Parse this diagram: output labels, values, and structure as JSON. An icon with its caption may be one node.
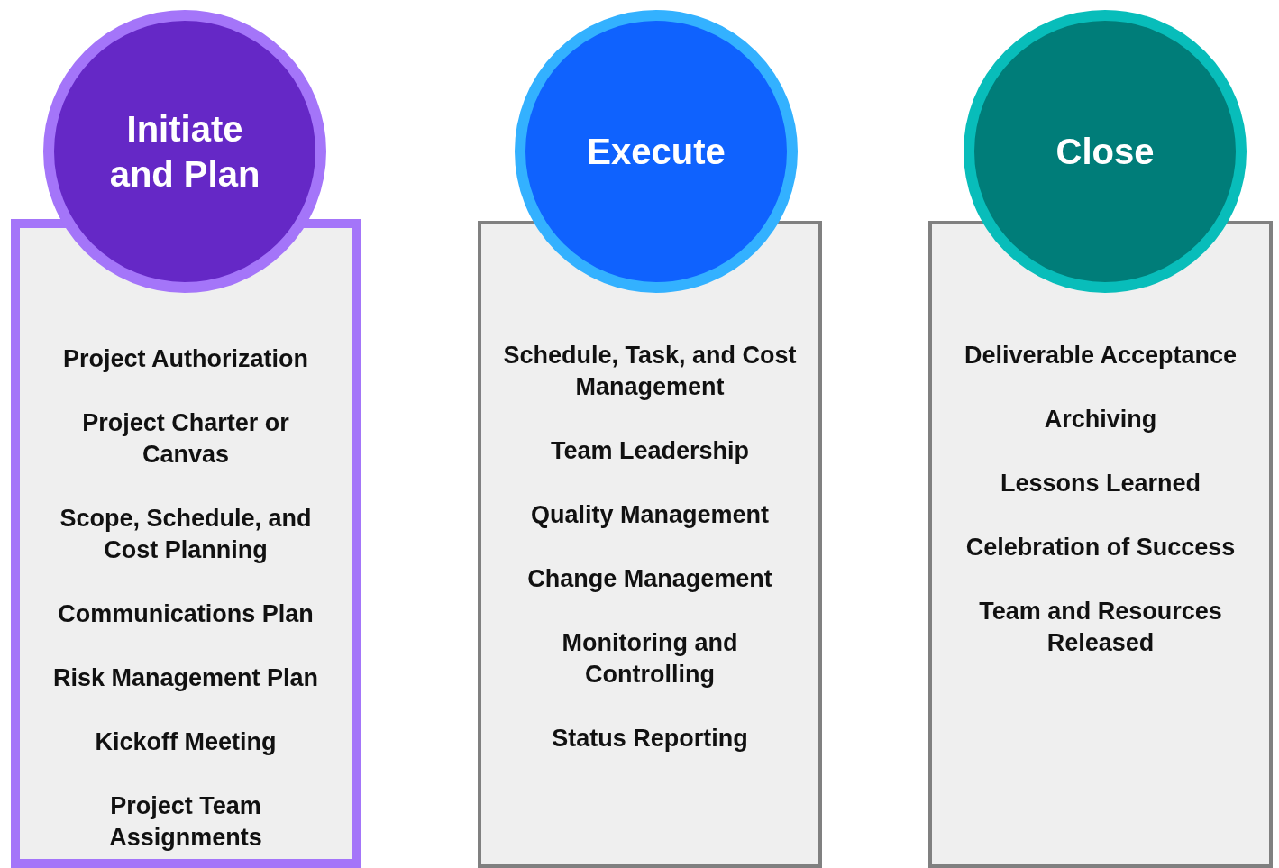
{
  "diagram": {
    "nodes": [
      {
        "text": [
          "Initiate and Plan"
        ]
      },
      {
        "text": [
          "Project Authorization",
          "Project Charter or Canvas",
          "Scope, Schedule, and Cost Planning",
          "Communications Plan",
          "Risk Management Plan",
          "Kickoff Meeting",
          "Project Team Assignments"
        ]
      },
      {
        "text": [
          "Execute"
        ]
      },
      {
        "text": [
          "Schedule, Task, and Cost Management",
          "Team Leadership",
          "Quality Management",
          "Change Management",
          "Monitoring and Controlling",
          "Status Reporting"
        ]
      },
      {
        "text": [
          "Close"
        ]
      },
      {
        "text": [
          "Deliverable Acceptance",
          "Archiving",
          "Lessons Learned",
          "Celebration of Success",
          "Team and Resources Released"
        ]
      }
    ],
    "edges": []
  }
}
